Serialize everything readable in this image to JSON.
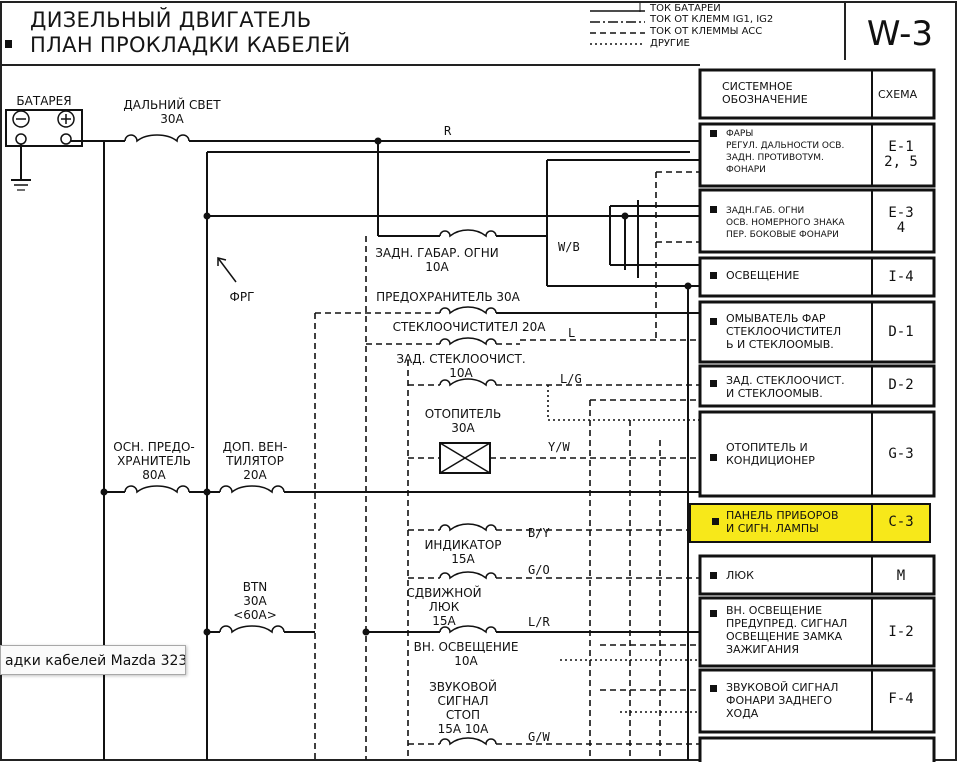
{
  "title_line1": "ДИЗЕЛЬНЫЙ ДВИГАТЕЛЬ",
  "title_line2": "ПЛАН ПРОКЛАДКИ КАБЕЛЕЙ",
  "sheet_code": "W-3",
  "legend": [
    "ТОК БАТАРЕИ",
    "ТОК ОТ КЛЕММ IG1, IG2",
    "ТОК ОТ КЛЕММЫ ACC",
    "ДРУГИЕ"
  ],
  "system_table": {
    "header_name": "СИСТЕМНОЕ\nОБОЗНАЧЕНИЕ",
    "header_code": "СХЕМА",
    "rows": [
      {
        "name": "ФАРЫ\nРЕГУЛ. ДАЛЬНОСТИ ОСВ.\nЗАДН. ПРОТИВОТУМ.\nФОНАРИ",
        "code": "E-1\n2, 5"
      },
      {
        "name": "ЗАДН.ГАБ. ОГНИ\nОСВ. НОМЕРНОГО ЗНАКА\nПЕР. БОКОВЫЕ ФОНАРИ",
        "code": "E-3\n4"
      },
      {
        "name": "ОСВЕЩЕНИЕ",
        "code": "I-4"
      },
      {
        "name": "ОМЫВАТЕЛЬ ФАР\nСТЕКЛООЧИСТИТЕЛ\nЬ И СТЕКЛООМЫВ.",
        "code": "D-1"
      },
      {
        "name": "ЗАД. СТЕКЛООЧИСТ.\nИ СТЕКЛООМЫВ.",
        "code": "D-2"
      },
      {
        "name": "ОТОПИТЕЛЬ И\nКОНДИЦИОНЕР",
        "code": "G-3"
      },
      {
        "name": "ПАНЕЛЬ ПРИБОРОВ\nИ СИГН. ЛАМПЫ",
        "code": "C-3"
      },
      {
        "name": "ЛЮК",
        "code": "M"
      },
      {
        "name": "ВН. ОСВЕЩЕНИЕ\nПРЕДУПРЕД. СИГНАЛ\nОСВЕЩЕНИЕ ЗАМКА\nЗАЖИГАНИЯ",
        "code": "I-2"
      },
      {
        "name": "ЗВУКОВОЙ СИГНАЛ\nФОНАРИ ЗАДНЕГО\nХОДА",
        "code": "F-4"
      }
    ],
    "highlight_color": "#f7e81a"
  },
  "labels": {
    "battery": "БАТАРЕЯ",
    "main_beam": "ДАЛЬНИЙ СВЕТ\n30A",
    "frg": "ФРГ",
    "tail": "ЗАДН. ГАБАР. ОГНИ\n10A",
    "fuse30": "ПРЕДОХРАНИТЕЛЬ 30A",
    "wiper": "СТЕКЛООЧИСТИТЕЛ 20A",
    "rear_wiper": "ЗАД. СТЕКЛООЧИСТ.\n10A",
    "heater": "ОТОПИТЕЛЬ\n30A",
    "main_fuse": "ОСН. ПРЕДО-\nХРАНИТЕЛЬ\n80A",
    "fan": "ДОП. ВЕН-\nТИЛЯТОР\n20A",
    "indicator": "ИНДИКАТОР\n15A",
    "sunroof": "СДВИЖНОЙ\nЛЮК\n15A",
    "btn": "BTN\n30A\n<60A>",
    "interior": "ВН. ОСВЕЩЕНИЕ\n10A",
    "horn": "ЗВУКОВОЙ\nСИГНАЛ\nСТОП\n15A  10A"
  },
  "wire_codes": [
    "R",
    "W/B",
    "L",
    "L/G",
    "Y/W",
    "B/Y",
    "G/O",
    "L/R",
    "G/W"
  ],
  "tooltip": "адки кабелей Mazda 323"
}
